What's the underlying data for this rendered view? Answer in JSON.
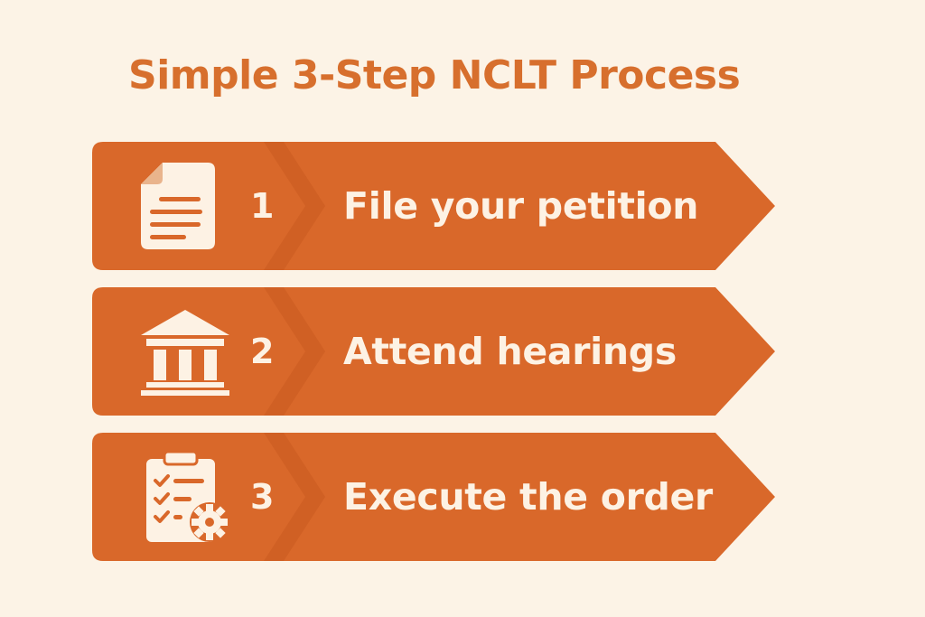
{
  "title": "Simple 3-Step NCLT Process",
  "colors": {
    "background": "#fcf3e6",
    "accent": "#d76f2d",
    "arrow": "#d9682a",
    "arrow_shade": "#c95a1f",
    "icon_fill": "#fdf2e4"
  },
  "steps": [
    {
      "number": "1",
      "label": "File your petition",
      "icon": "document-icon"
    },
    {
      "number": "2",
      "label": "Attend hearings",
      "icon": "courthouse-icon"
    },
    {
      "number": "3",
      "label": "Execute the order",
      "icon": "clipboard-gear-icon"
    }
  ]
}
